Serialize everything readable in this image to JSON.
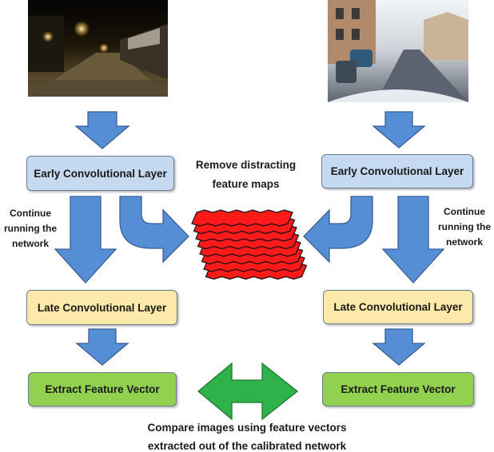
{
  "photos": {
    "left": {
      "alt": "night street scene",
      "sky": "#0a0a08",
      "road": "#6a5a3c",
      "light": "#ffcf4a"
    },
    "right": {
      "alt": "day street scene",
      "sky": "#e9eef4",
      "road": "#5c6270",
      "building": "#b08a6a"
    }
  },
  "left": {
    "early_layer": "Early Convolutional Layer",
    "late_layer": "Late Convolutional Layer",
    "extract": "Extract Feature Vector",
    "continue_lines": [
      "Continue",
      "running the",
      "network"
    ]
  },
  "right": {
    "early_layer": "Early Convolutional Layer",
    "late_layer": "Late Convolutional Layer",
    "extract": "Extract Feature Vector",
    "continue_lines": [
      "Continue",
      "running the",
      "network"
    ]
  },
  "center": {
    "remove_lines": [
      "Remove distracting",
      "feature maps"
    ],
    "feature_maps": {
      "count": 8,
      "color": "#ff1a1a"
    }
  },
  "bottom": {
    "lines": [
      "Compare images using feature vectors",
      "extracted out of the calibrated network"
    ]
  },
  "colors": {
    "arrow_blue": "#558ed5",
    "compare_green": "#2fb24a",
    "early_fill": "#c5d9f1",
    "late_fill": "#fde9a9",
    "extract_fill": "#92d050"
  }
}
